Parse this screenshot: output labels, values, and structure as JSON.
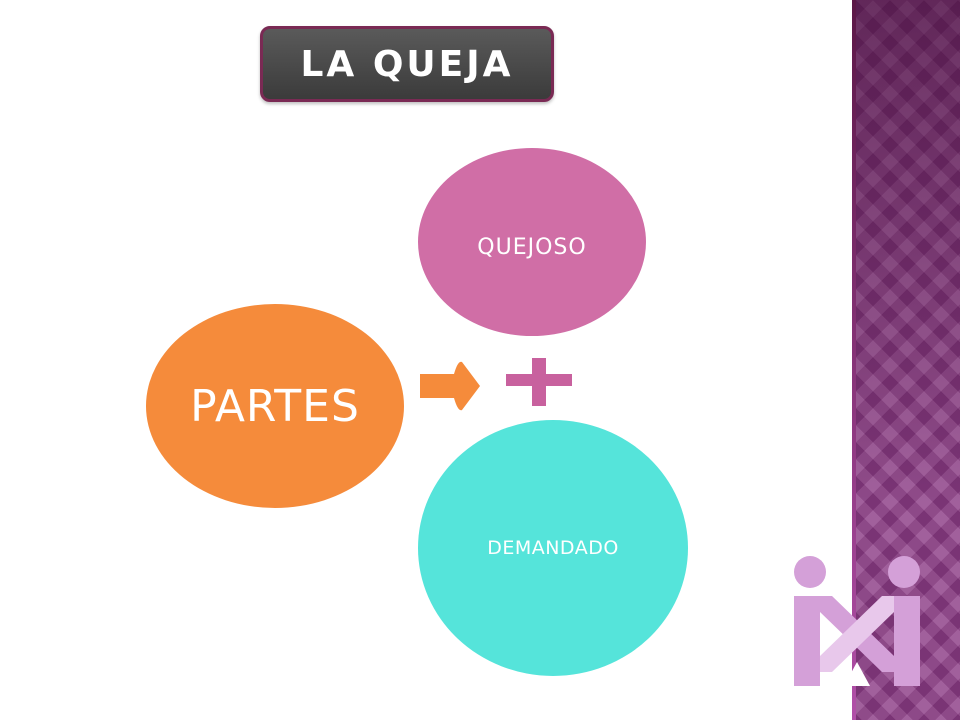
{
  "slide": {
    "title": "LA QUEJA"
  },
  "diagram": {
    "source_node": {
      "label": "PARTES",
      "color": "#f58b3b"
    },
    "target_nodes": [
      {
        "label": "QUEJOSO",
        "color": "#d06ea6"
      },
      {
        "label": "DEMANDADO",
        "color": "#55e4da"
      }
    ],
    "connector": {
      "arrow_color": "#f58b3b",
      "plus_color": "#c8619e",
      "plus_icon": "plus-icon",
      "arrow_icon": "arrow-right-icon"
    }
  },
  "theme": {
    "band_color": "#8a3a84",
    "title_bg": "#444444",
    "title_border": "#7a2a54",
    "logo_color": "#d4a0d8",
    "logo_icon": "two-figures-logo"
  }
}
